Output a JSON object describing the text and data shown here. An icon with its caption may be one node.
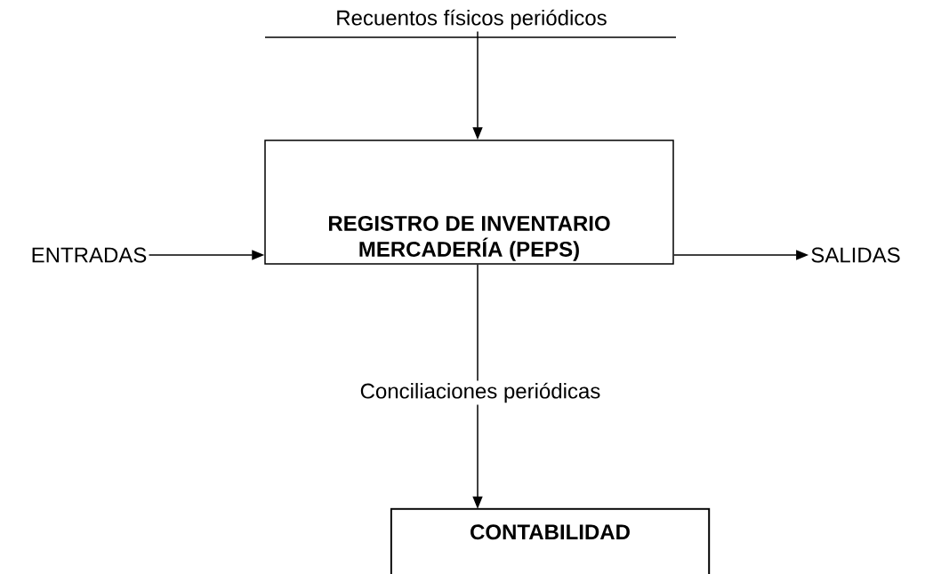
{
  "diagram": {
    "nodes": [
      {
        "text": [
          "Recuentos físicos periódicos"
        ]
      },
      {
        "text": [
          "REGISTRO DE INVENTARIO MERCADERÍA  (PEPS)"
        ]
      },
      {
        "text": [
          "ENTRADAS"
        ]
      },
      {
        "text": [
          "SALIDAS"
        ]
      },
      {
        "text": [
          "Conciliaciones periódicas"
        ]
      },
      {
        "text": [
          "CONTABILIDAD"
        ]
      }
    ],
    "edges": [
      {
        "from": 0,
        "to": 1,
        "arrow": "to"
      },
      {
        "from": 2,
        "to": 1,
        "arrow": "to"
      },
      {
        "from": 1,
        "to": 3,
        "arrow": "to"
      },
      {
        "from": 1,
        "to": 4,
        "arrow": "none"
      },
      {
        "from": 4,
        "to": 5,
        "arrow": "to"
      }
    ]
  }
}
